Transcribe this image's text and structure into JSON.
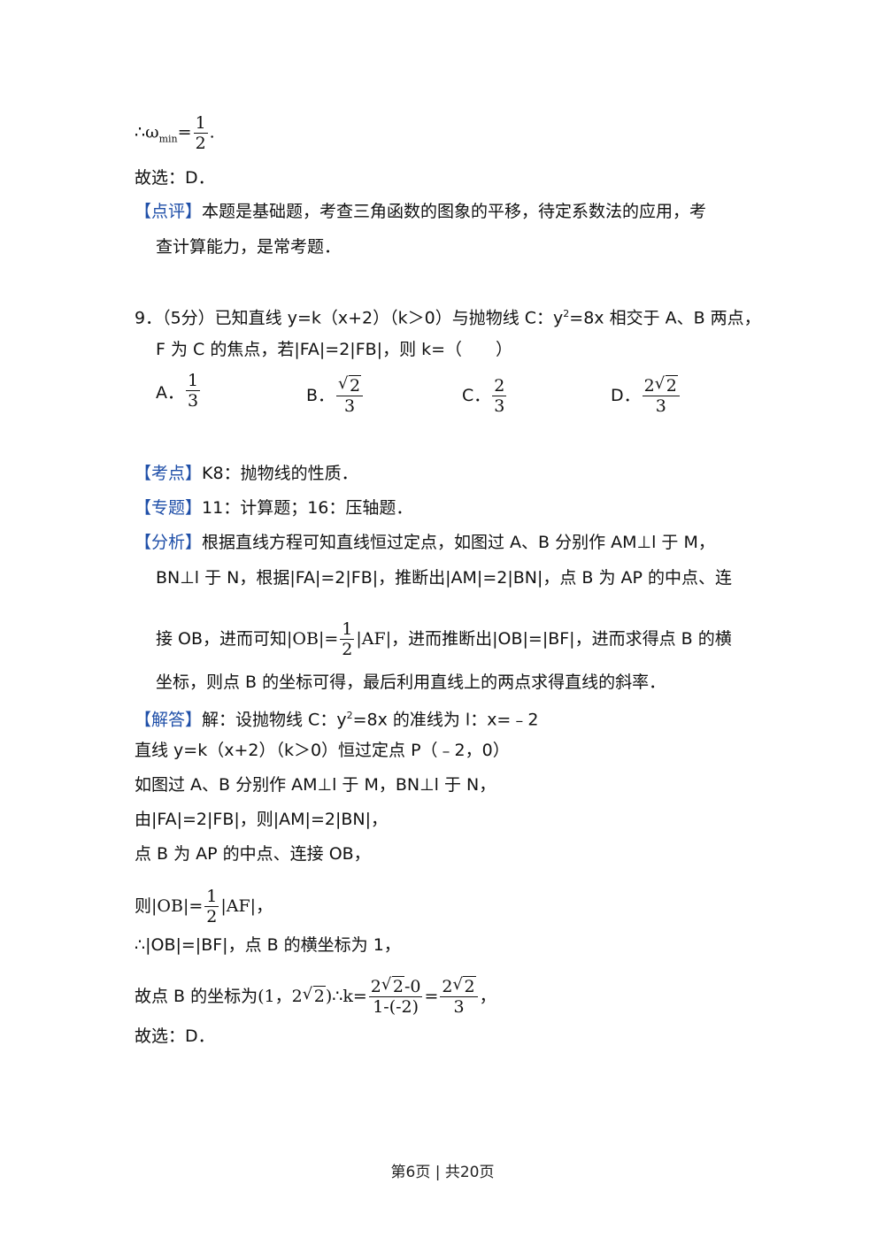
{
  "top": {
    "therefore_omega_prefix": "∴ω",
    "omega_sub": "min",
    "omega_eq": "=",
    "omega_num": "1",
    "omega_den": "2",
    "omega_end": ".",
    "choice_line": "故选：D．",
    "review_tag": "【点评】",
    "review_text_1": "本题是基础题，考查三角函数的图象的平移，待定系数法的应用，考",
    "review_text_2": "查计算能力，是常考题．"
  },
  "q9": {
    "stem_1a": "9．（5分）已知直线 y=k（x+2）（k＞0）与抛物线 C：y",
    "stem_1_sup": "2",
    "stem_1b": "=8x 相交于 A、B 两点，",
    "stem_2": "F 为 C 的焦点，若|FA|=2|FB|，则 k=（　　）",
    "optA_label": "A．",
    "optA_num": "1",
    "optA_den": "3",
    "optB_label": "B．",
    "optB_rad": "2",
    "optB_den": "3",
    "optC_label": "C．",
    "optC_num": "2",
    "optC_den": "3",
    "optD_label": "D．",
    "optD_coef": "2",
    "optD_rad": "2",
    "optD_den": "3"
  },
  "analysis": {
    "kaodian_tag": "【考点】",
    "kaodian_text": "K8：抛物线的性质．",
    "zhuanti_tag": "【专题】",
    "zhuanti_text": "11：计算题；16：压轴题．",
    "fenxi_tag": "【分析】",
    "fenxi_1": "根据直线方程可知直线恒过定点，如图过 A、B 分别作 AM⊥l 于 M，",
    "fenxi_2": "BN⊥l 于 N，根据|FA|=2|FB|，推断出|AM|=2|BN|，点 B 为 AP 的中点、连",
    "fenxi_3a": "接 OB，进而可知",
    "fenxi_3_ob": "|OB|=",
    "fenxi_3_num": "1",
    "fenxi_3_den": "2",
    "fenxi_3_af": "|AF|",
    "fenxi_3b": "，进而推断出|OB|=|BF|，进而求得点 B 的横",
    "fenxi_4": "坐标，则点 B 的坐标可得，最后利用直线上的两点求得直线的斜率．"
  },
  "solution": {
    "jieda_tag": "【解答】",
    "s1a": "解：设抛物线 C：y",
    "s1_sup": "2",
    "s1b": "=8x 的准线为 l：x=﹣2",
    "s2": "直线 y=k（x+2）（k＞0）恒过定点 P（﹣2，0）",
    "s3": "如图过 A、B 分别作 AM⊥l 于 M，BN⊥l 于 N，",
    "s4": "由|FA|=2|FB|，则|AM|=2|BN|，",
    "s5": "点 B 为 AP 的中点、连接 OB，",
    "s6a": "则",
    "s6_ob": "|OB|=",
    "s6_num": "1",
    "s6_den": "2",
    "s6_af": "|AF|，",
    "s7": "∴|OB|=|BF|，点 B 的横坐标为 1，",
    "s8a": "故点 B 的坐标为",
    "s8_point_a": "(1，2",
    "s8_point_rad": "2",
    "s8_point_b": ")",
    "s8_k": "∴k=",
    "s8_num_coef": "2",
    "s8_num_rad": "2",
    "s8_num_tail": "-0",
    "s8_den": "1-(-2)",
    "s8_eq": "=",
    "s8_r_coef": "2",
    "s8_r_rad": "2",
    "s8_r_den": "3",
    "s8_end": "，",
    "s9": "故选：D．"
  },
  "footer": {
    "text": "第6页 | 共20页"
  }
}
